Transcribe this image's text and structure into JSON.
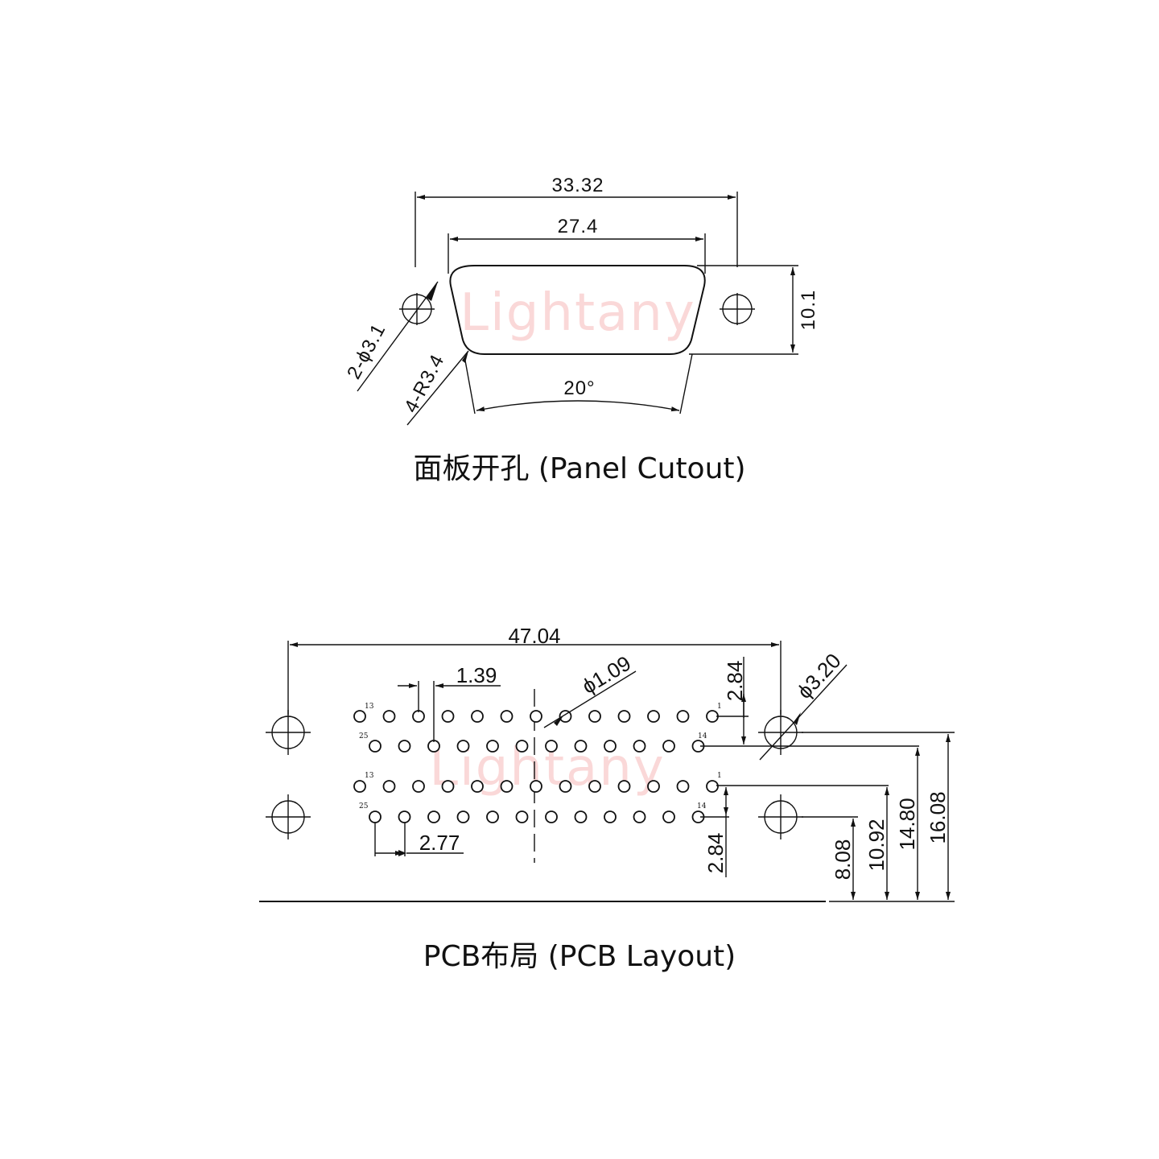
{
  "panel": {
    "caption": "面板开孔 (Panel Cutout)",
    "watermark": "Lightany",
    "dims": {
      "overall_width": "33.32",
      "shell_width": "27.4",
      "height": "10.1",
      "hole_dia": "2-ϕ3.1",
      "corner_radius": "4-R3.4",
      "angle": "20°"
    }
  },
  "pcb": {
    "caption": "PCB布局 (PCB Layout)",
    "watermark": "Lightany",
    "dims": {
      "overall_width": "47.04",
      "pin_offset": "1.39",
      "pin_dia": "ϕ1.09",
      "mount_dia": "ϕ3.20",
      "row_spacing_top": "2.84",
      "row_spacing_bottom": "2.84",
      "pin_pitch": "2.77",
      "h1": "8.08",
      "h2": "10.92",
      "h3": "14.80",
      "h4": "16.08"
    },
    "pin_labels": {
      "top_row_first": "1",
      "top_row_last": "13",
      "bottom_row_first": "14",
      "bottom_row_last": "25"
    }
  },
  "colors": {
    "line": "#111111",
    "watermark": "#f6b9b9",
    "background": "#ffffff"
  }
}
